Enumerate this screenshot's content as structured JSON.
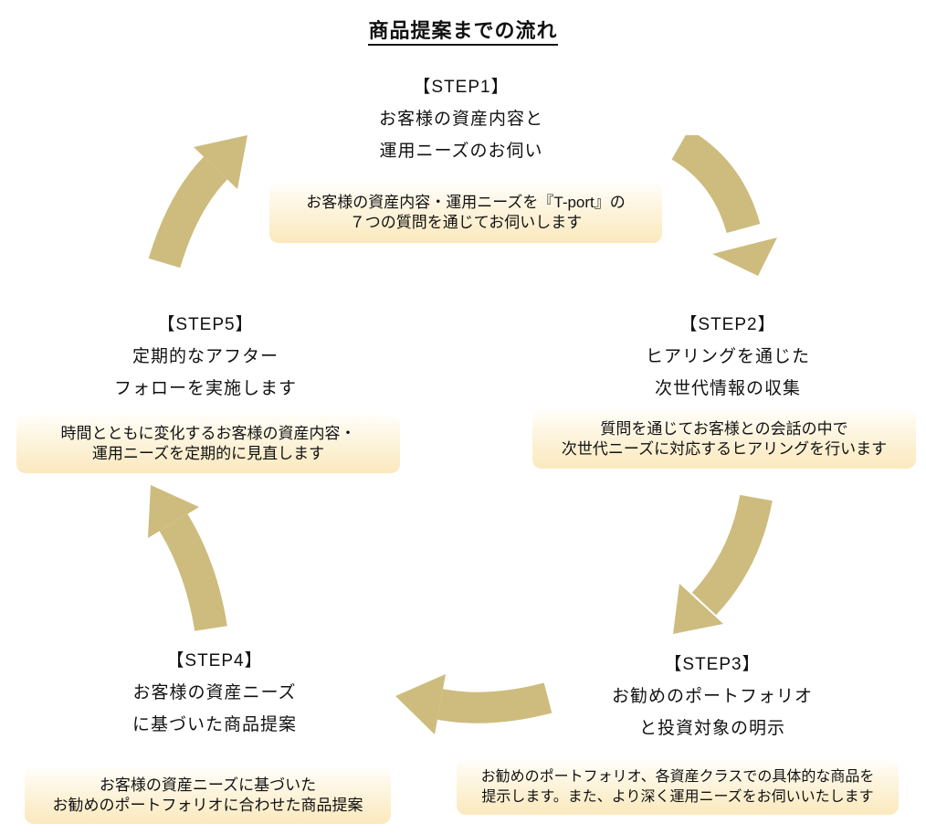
{
  "title": "商品提案までの流れ",
  "colors": {
    "arrow": "#cdbc7e",
    "note_box_top": "#fffefa",
    "note_box_bottom": "#fbe9bd",
    "text": "#111111",
    "background": "#ffffff"
  },
  "steps": [
    {
      "label": "【STEP1】",
      "line1": "お客様の資産内容と",
      "line2": "運用ニーズのお伺い",
      "note_line1": "お客様の資産内容・運用ニーズを『T-port』の",
      "note_line2": "７つの質問を通じてお伺いします"
    },
    {
      "label": "【STEP2】",
      "line1": "ヒアリングを通じた",
      "line2": "次世代情報の収集",
      "note_line1": "質問を通じてお客様との会話の中で",
      "note_line2": "次世代ニーズに対応するヒアリングを行います"
    },
    {
      "label": "【STEP3】",
      "line1": "お勧めのポートフォリオ",
      "line2": "と投資対象の明示",
      "note_line1": "お勧めのポートフォリオ、各資産クラスでの具体的な商品を",
      "note_line2": "提示します。また、より深く運用ニーズをお伺いいたします"
    },
    {
      "label": "【STEP4】",
      "line1": "お客様の資産ニーズ",
      "line2": "に基づいた商品提案",
      "note_line1": "お客様の資産ニーズに基づいた",
      "note_line2": "お勧めのポートフォリオに合わせた商品提案"
    },
    {
      "label": "【STEP5】",
      "line1": "定期的なアフター",
      "line2": "フォローを実施します",
      "note_line1": "時間とともに変化するお客様の資産内容・",
      "note_line2": "運用ニーズを定期的に見直します"
    }
  ],
  "arrows": [
    {
      "name": "step1-to-step2",
      "direction": "top-right, curving down-right"
    },
    {
      "name": "step2-to-step3",
      "direction": "right side, curving down-left"
    },
    {
      "name": "step3-to-step4",
      "direction": "bottom, pointing left"
    },
    {
      "name": "step4-to-step5",
      "direction": "left side, curving up"
    },
    {
      "name": "step5-to-step1",
      "direction": "top-left, curving up-right"
    }
  ]
}
